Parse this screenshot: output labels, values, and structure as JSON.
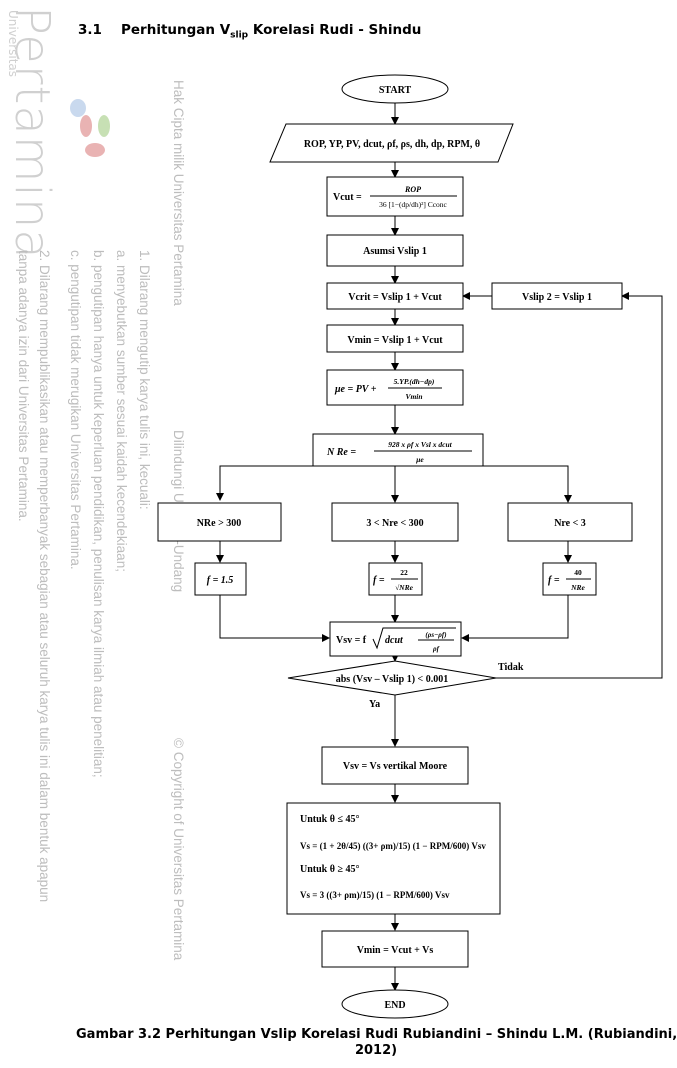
{
  "watermark": {
    "university_top": "Universitas",
    "university_big": "Pertamina",
    "copyright_lines": [
      "Hak Cipta milik Universitas Pertamina",
      "Dilindungi Undang-Undang",
      "© Copyright of Universitas Pertamina"
    ],
    "rules": [
      "1.   Dilarang mengutip karya tulis ini, kecuali:",
      "a.   menyebutkan sumber sesuai kaidah kecendekiaan;",
      "b.   pengutipan hanya untuk keperluan pendidikan, penulisan karya ilmiah atau penelitian;",
      "c.   pengutipan tidak merugikan Universitas Pertamina.",
      "2.   Dilarang mempublikasikan atau memperbanyak sebagian atau seluruh karya tulis ini dalam bentuk apapun",
      "tanpa adanya izin dari Universitas Pertamina."
    ]
  },
  "section": {
    "number": "3.1",
    "title_before": "Perhitungan  V",
    "title_sub": "slip",
    "title_after": " Korelasi Rudi - Shindu"
  },
  "flowchart": {
    "start": "START",
    "input": "ROP, YP, PV, dcut, ρf, ρs, dh, dp, RPM, θ",
    "vcut_lhs": "Vcut =",
    "vcut_num": "ROP",
    "vcut_den": "36 [1−(dp/dh)²] Cconc",
    "assume": "Asumsi Vslip 1",
    "vcrit": "Vcrit = Vslip 1 + Vcut",
    "vslip2": "Vslip 2 = Vslip 1",
    "vmin": "Vmin = Vslip 1 + Vcut",
    "mue_lhs": "μe = PV +",
    "mue_num": "5.YP.(dh−dp)",
    "mue_den": "Vmin",
    "nre_lhs": "N Re  =",
    "nre_num": "928 x ρf x Vsl x dcut",
    "nre_den": "μe",
    "branch_left": "NRe > 300",
    "branch_mid": "3 < Nre < 300",
    "branch_right": "Nre < 3",
    "f_left": "f = 1.5",
    "f_mid_lhs": "f =",
    "f_mid_num": "22",
    "f_mid_den": "√NRe",
    "f_right_lhs": "f =",
    "f_right_num": "40",
    "f_right_den": "NRe",
    "vsv_lhs": "Vsv = f",
    "vsv_rad": "dcut",
    "vsv_num": "(ρs−ρf)",
    "vsv_den": "ρf",
    "decision": "abs (Vsv – Vslip 1) < 0.001",
    "no_label": "Tidak",
    "yes_label": "Ya",
    "moore": "Vsv = Vs vertikal Moore",
    "cond1": "Untuk  θ ≤ 45°",
    "eq1": "Vs = (1 + 2θ/45) ((3+ ρm)/15) (1 − RPM/600) Vsv",
    "cond2": "Untuk θ ≥ 45°",
    "eq2": "Vs = 3 ((3+ ρm)/15) (1 − RPM/600) Vsv",
    "final": "Vmin = Vcut + Vs",
    "end": "END"
  },
  "caption": {
    "line1": "Gambar 3.2 Perhitungan Vslip Korelasi Rudi Rubiandini – Shindu L.M. (Rubiandini,",
    "line2": "2012)"
  }
}
